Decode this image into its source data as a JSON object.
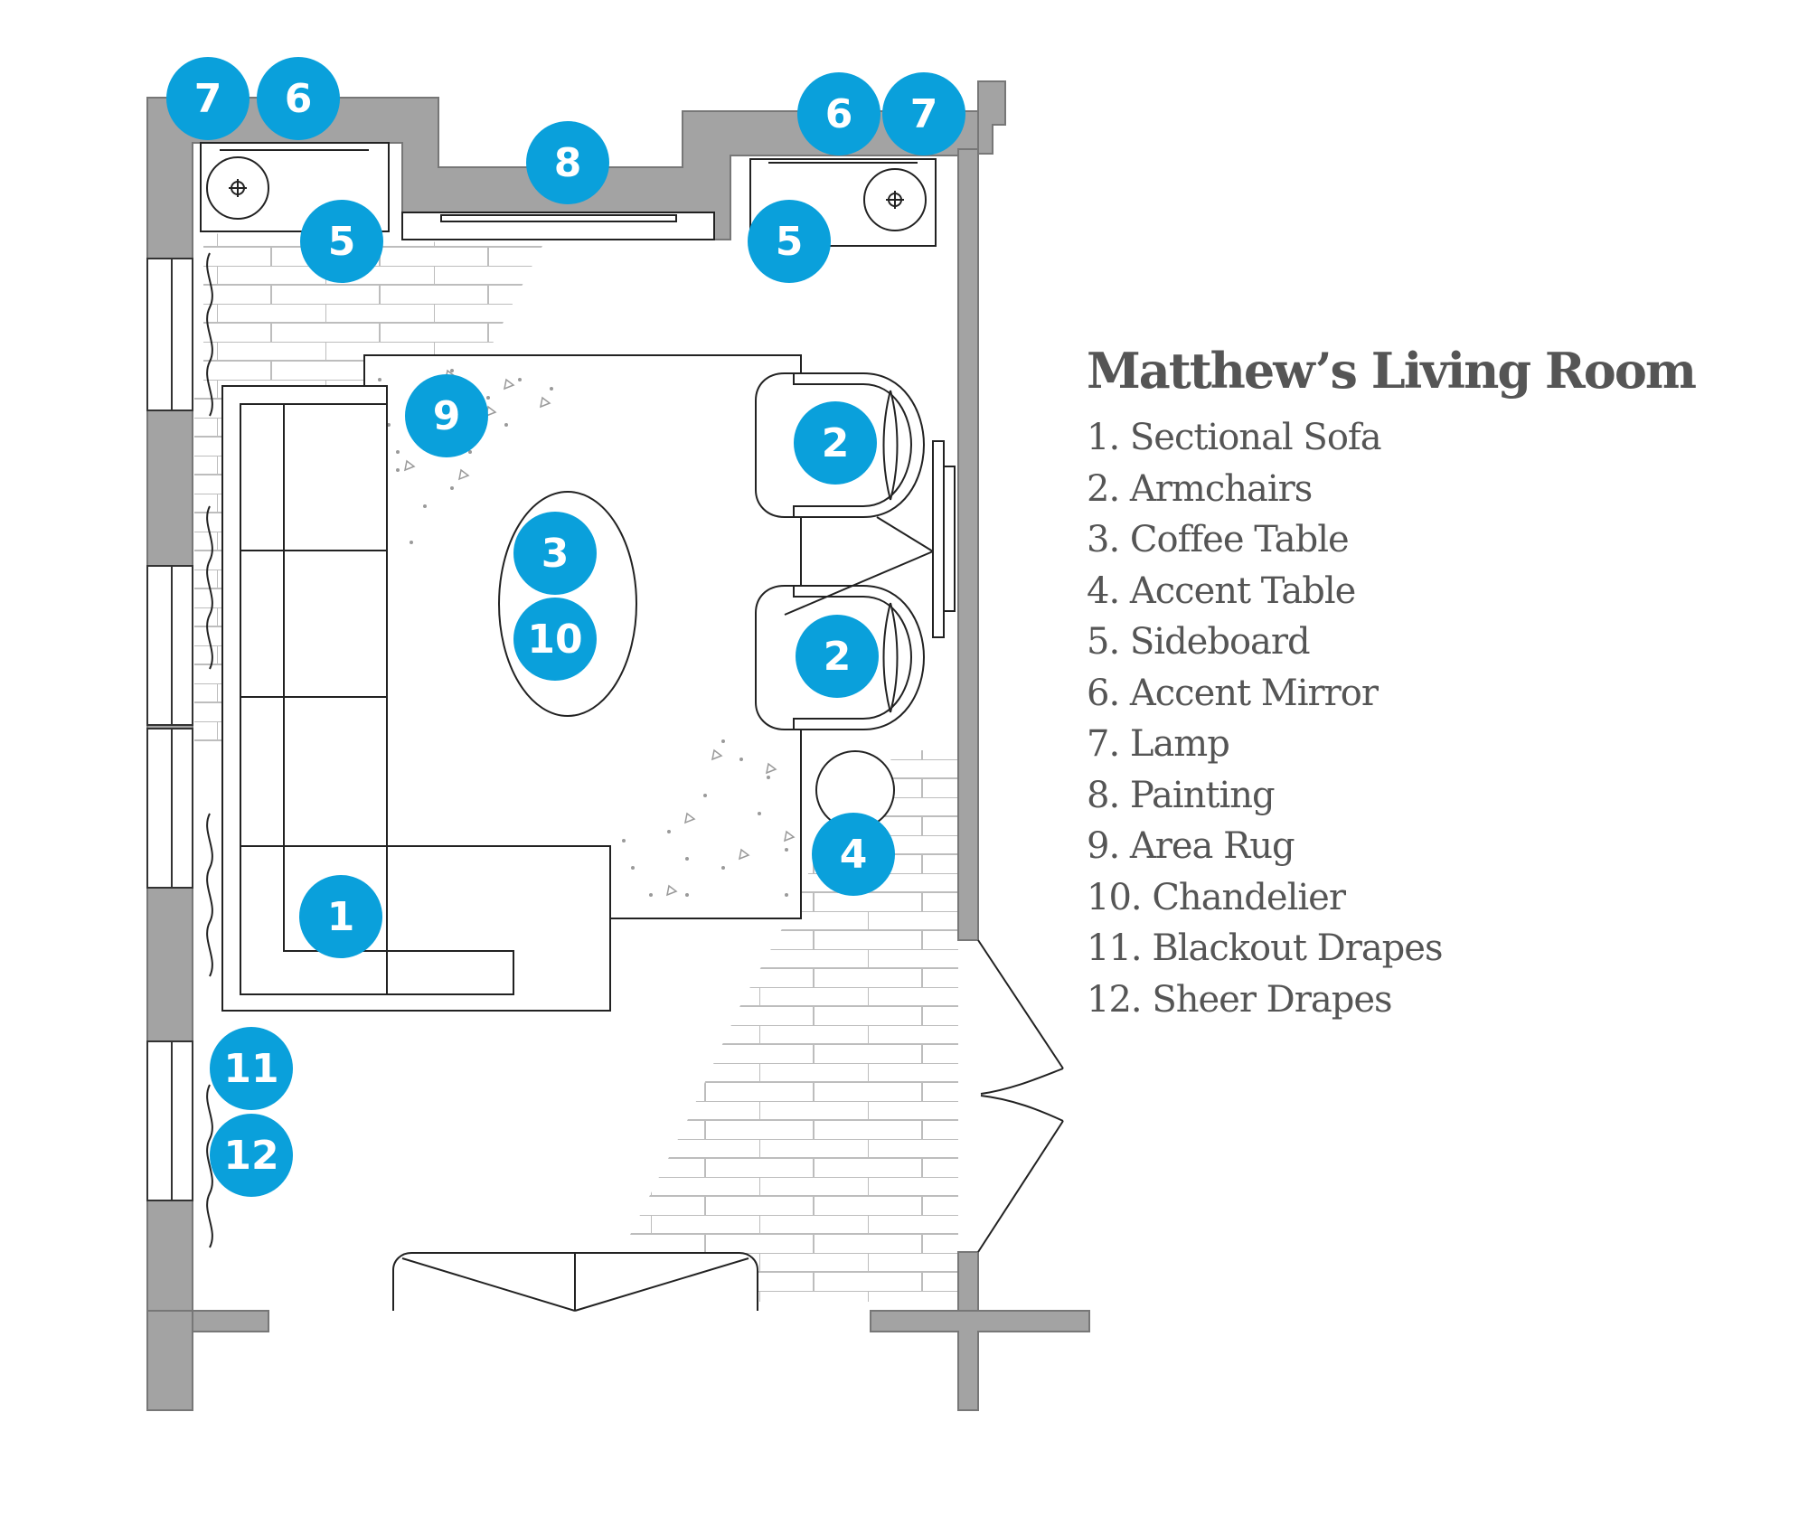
{
  "title": "Matthew’s Living Room",
  "legend": [
    "1. Sectional Sofa",
    "2. Armchairs",
    "3. Coffee Table",
    "4. Accent Table",
    "5. Sideboard",
    "6. Accent Mirror",
    "7. Lamp",
    "8. Painting",
    "9. Area Rug",
    "10. Chandelier",
    "11. Blackout Drapes",
    "12. Sheer Drapes"
  ],
  "markers": [
    "7",
    "6",
    "8",
    "6",
    "7",
    "5",
    "5",
    "9",
    "2",
    "3",
    "10",
    "2",
    "4",
    "1",
    "11",
    "12"
  ],
  "colors": {
    "marker": "#0aa0db",
    "wall": "#a3a3a3",
    "line": "#222222",
    "text": "#555555",
    "brick": "#bdbdbd"
  }
}
